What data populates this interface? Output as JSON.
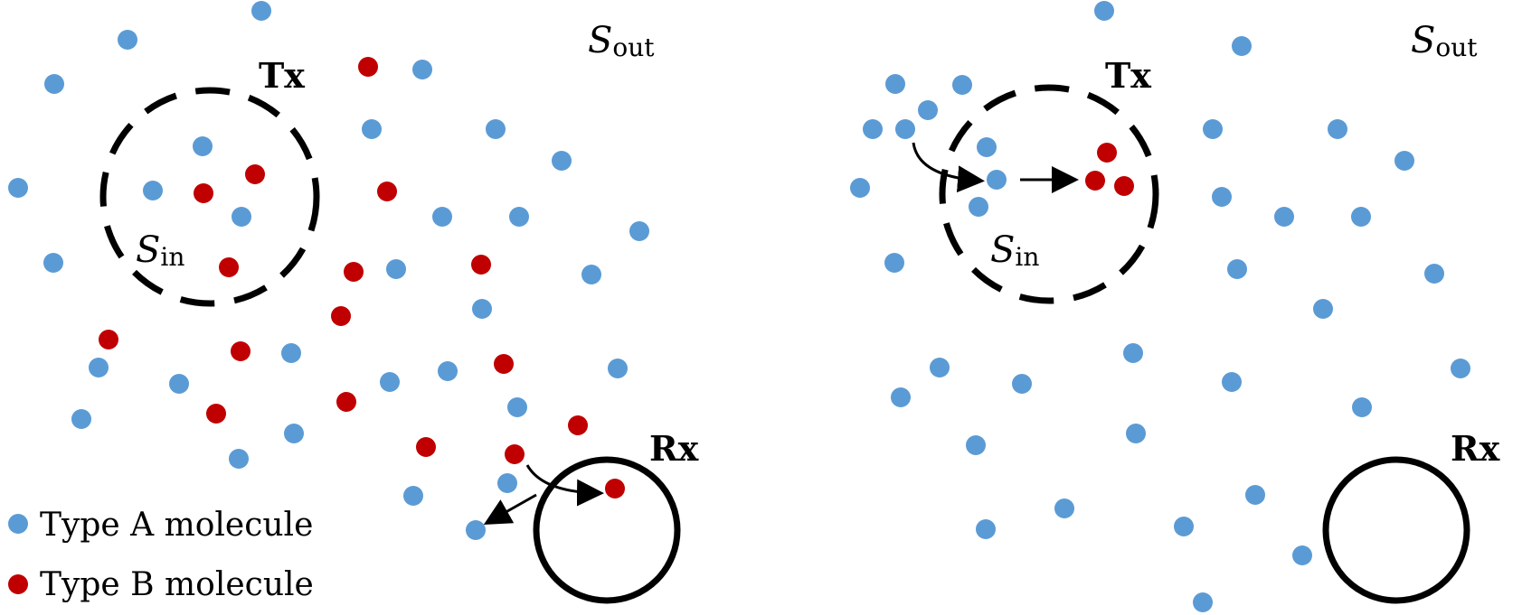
{
  "colors": {
    "type_a": "#5b9bd5",
    "type_b": "#c00000",
    "stroke": "#000000"
  },
  "legend": {
    "type_a_label": "Type A molecule",
    "type_b_label": "Type B molecule"
  },
  "panels": [
    {
      "tx_label": "Tx",
      "rx_label": "Rx",
      "s_out_main": "S",
      "s_out_sub": "out",
      "s_in_main": "S",
      "s_in_sub": "in"
    },
    {
      "tx_label": "Tx",
      "rx_label": "Rx",
      "s_out_main": "S",
      "s_out_sub": "out",
      "s_in_main": "S",
      "s_in_sub": "in"
    }
  ]
}
